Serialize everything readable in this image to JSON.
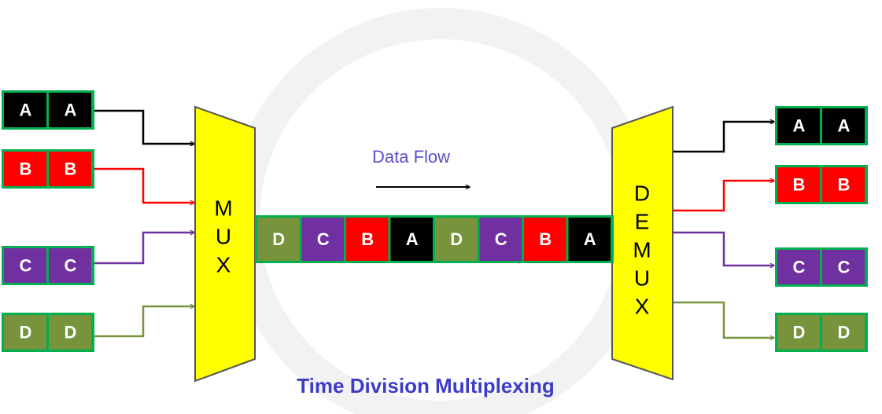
{
  "title": "Time Division Multiplexing",
  "flow_label": "Data Flow",
  "mux_label": [
    "M",
    "U",
    "X"
  ],
  "demux_label": [
    "D",
    "E",
    "M",
    "U",
    "X"
  ],
  "colors": {
    "A": "#000000",
    "B": "#ff0000",
    "C": "#7030a0",
    "D": "#77933c",
    "border": "#00b050",
    "box": "#ffff00"
  },
  "inputs": [
    {
      "channel": "A",
      "cells": [
        "A",
        "A"
      ]
    },
    {
      "channel": "B",
      "cells": [
        "B",
        "B"
      ]
    },
    {
      "channel": "C",
      "cells": [
        "C",
        "C"
      ]
    },
    {
      "channel": "D",
      "cells": [
        "D",
        "D"
      ]
    }
  ],
  "stream": [
    "D",
    "C",
    "B",
    "A",
    "D",
    "C",
    "B",
    "A"
  ],
  "outputs": [
    {
      "channel": "A",
      "cells": [
        "A",
        "A"
      ]
    },
    {
      "channel": "B",
      "cells": [
        "B",
        "B"
      ]
    },
    {
      "channel": "C",
      "cells": [
        "C",
        "C"
      ]
    },
    {
      "channel": "D",
      "cells": [
        "D",
        "D"
      ]
    }
  ]
}
